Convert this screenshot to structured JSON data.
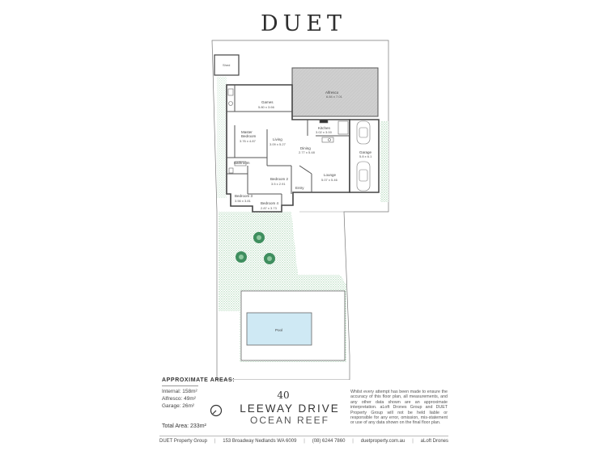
{
  "brand": "DUET",
  "rooms": {
    "shed": "Shed",
    "alfresco": "Alfresco",
    "alfresco_dim": "6.84 x 7.01",
    "games": "Games",
    "games_dim": "5.80 x 3.66",
    "master": "Master Bedroom",
    "master_line1": "Master",
    "master_line2": "Bedroom",
    "master_dim": "3.76 x 4.87",
    "living": "Living",
    "living_dim": "3.09 x 5.27",
    "kitchen": "Kitchen",
    "kitchen_dim": "3.02 x 3.00",
    "dining": "Dining",
    "dining_dim": "2.77 x 5.48",
    "garage": "Garage",
    "garage_dim": "5.8 x 6.1",
    "bathroom": "Bathroom",
    "bedroom2": "Bedroom 2",
    "bedroom2_dim": "3.5 x 2.91",
    "lounge": "Lounge",
    "lounge_dim": "5.07 x 5.46",
    "entry": "Entry",
    "bedroom3": "Bedroom 3",
    "bedroom3_dim": "3.56 x 3.81",
    "bedroom4": "Bedroom 4",
    "bedroom4_dim": "2.87 x 3.73",
    "pool": "Pool"
  },
  "areas": {
    "title": "APPROXIMATE AREAS:",
    "internal": "Internal: 158m²",
    "alfresco": "Alfresco: 49m²",
    "garage": "Garage: 26m²",
    "total": "Total Area: 233m²"
  },
  "address": {
    "number": "40",
    "street": "LEEWAY DRIVE",
    "suburb": "OCEAN REEF"
  },
  "disclaimer": "Whilst every attempt has been made to ensure the accuracy of this floor plan, all measurements, and any other data shown are an approximate interpretation. aLoft Drones Group and DUET Property Group will not be held liable or responsible for any error, omission, mis-statement or use of any data shown on the final floor plan.",
  "footer": {
    "company": "DUET Property Group",
    "address": "153 Broadway Nedlands WA 6009",
    "phone": "(08) 6244 7860",
    "website": "duetproperty.com.au",
    "credit": "aLoft Drones"
  },
  "colors": {
    "alfresco_fill": "#cfcfcf",
    "landscape_fill": "#d5ead9",
    "tree_fill": "#3e8e5e",
    "pool_fill": "#cfe9f4",
    "wall": "#444444"
  }
}
